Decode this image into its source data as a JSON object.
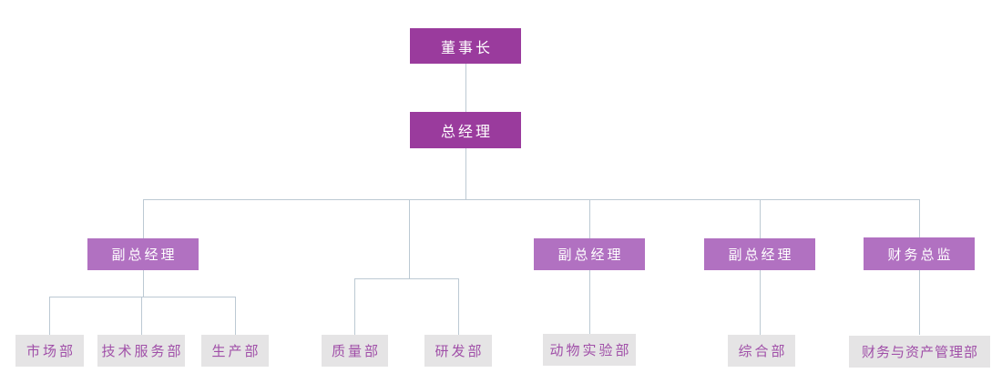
{
  "colors": {
    "executive_box": "#9A3B9D",
    "manager_box": "#B171C1",
    "dept_box": "#E5E4E5",
    "dept_text": "#A04FA8",
    "box_text": "#FFFFFF",
    "connector": "#BCC9D3",
    "background": "#FFFFFF"
  },
  "nodes": {
    "chairman": {
      "label": "董事长"
    },
    "general_manager": {
      "label": "总经理"
    },
    "deputy_gm_1": {
      "label": "副总经理"
    },
    "deputy_gm_2": {
      "label": "副总经理"
    },
    "deputy_gm_3": {
      "label": "副总经理"
    },
    "finance_director": {
      "label": "财务总监"
    },
    "marketing": {
      "label": "市场部"
    },
    "tech_service": {
      "label": "技术服务部"
    },
    "production": {
      "label": "生产部"
    },
    "quality": {
      "label": "质量部"
    },
    "rnd": {
      "label": "研发部"
    },
    "animal_lab": {
      "label": "动物实验部"
    },
    "general_affairs": {
      "label": "综合部"
    },
    "finance_asset": {
      "label": "财务与资产管理部"
    }
  },
  "structure": {
    "chairman": [
      "general_manager"
    ],
    "general_manager": [
      "deputy_gm_1",
      "quality_rnd_group",
      "deputy_gm_2",
      "deputy_gm_3",
      "finance_director"
    ],
    "deputy_gm_1": [
      "marketing",
      "tech_service",
      "production"
    ],
    "quality_rnd_group": [
      "quality",
      "rnd"
    ],
    "deputy_gm_2": [
      "animal_lab"
    ],
    "deputy_gm_3": [
      "general_affairs"
    ],
    "finance_director": [
      "finance_asset"
    ]
  }
}
